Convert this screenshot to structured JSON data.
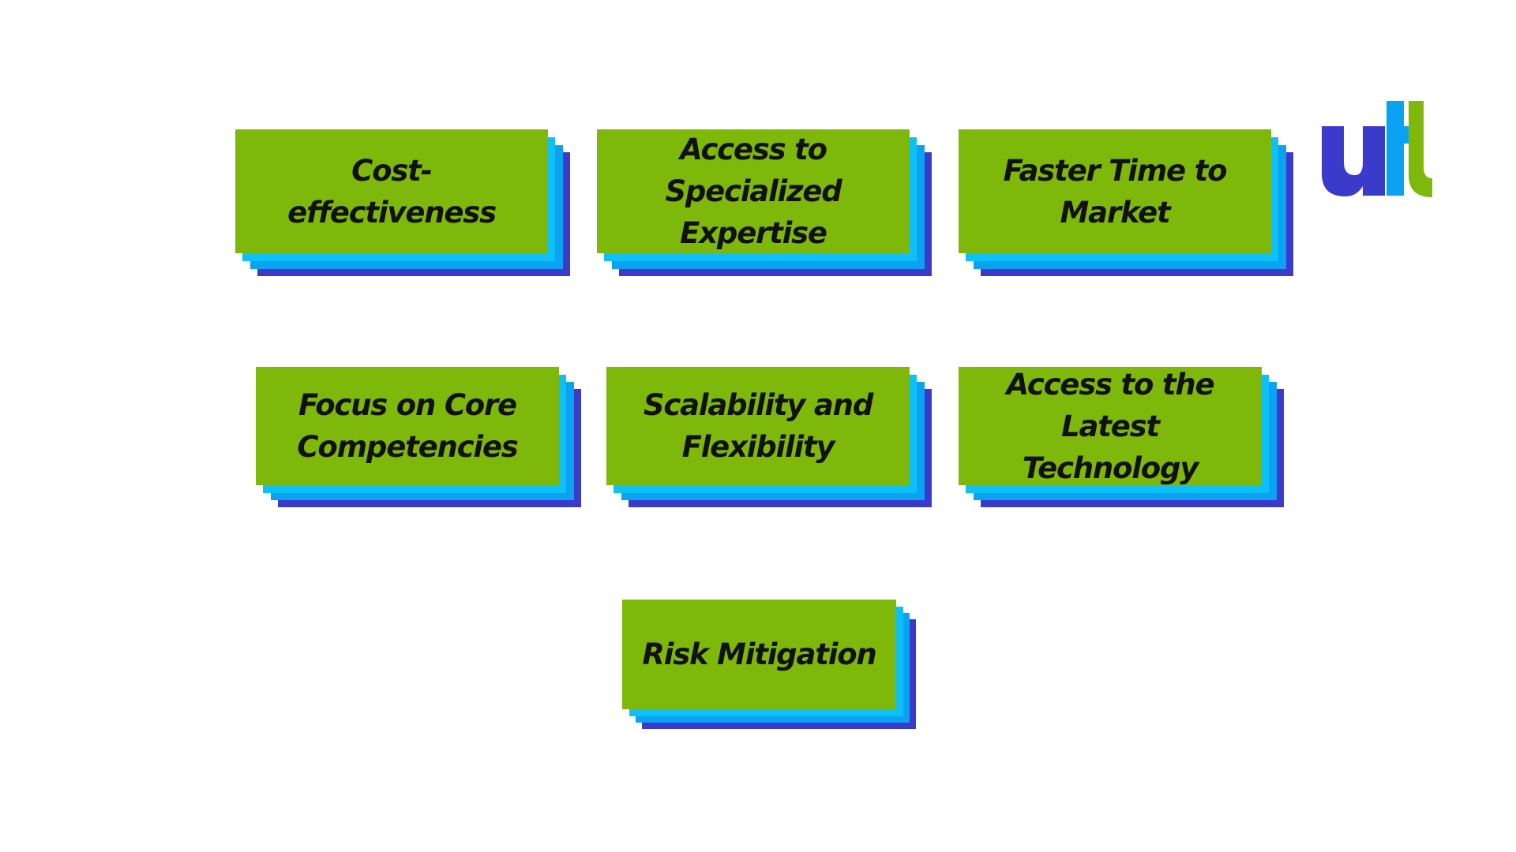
{
  "cards": [
    {
      "label": "Cost-\neffectiveness"
    },
    {
      "label": "Access to\nSpecialized\nExpertise"
    },
    {
      "label": "Faster Time to\nMarket"
    },
    {
      "label": "Focus on Core\nCompetencies"
    },
    {
      "label": "Scalability and\nFlexibility"
    },
    {
      "label": "Access to the Latest\nTechnology"
    },
    {
      "label": "Risk Mitigation"
    }
  ],
  "logo": {
    "text": "utl",
    "colors": {
      "u": "#3a3acb",
      "t": "#0aa3f2",
      "l": "#7eb80b"
    }
  },
  "colors": {
    "card_face": "#7eb80b",
    "layer_light_blue": "#0dc1f7",
    "layer_blue": "#0aa3f2",
    "layer_indigo": "#3a3acb"
  }
}
